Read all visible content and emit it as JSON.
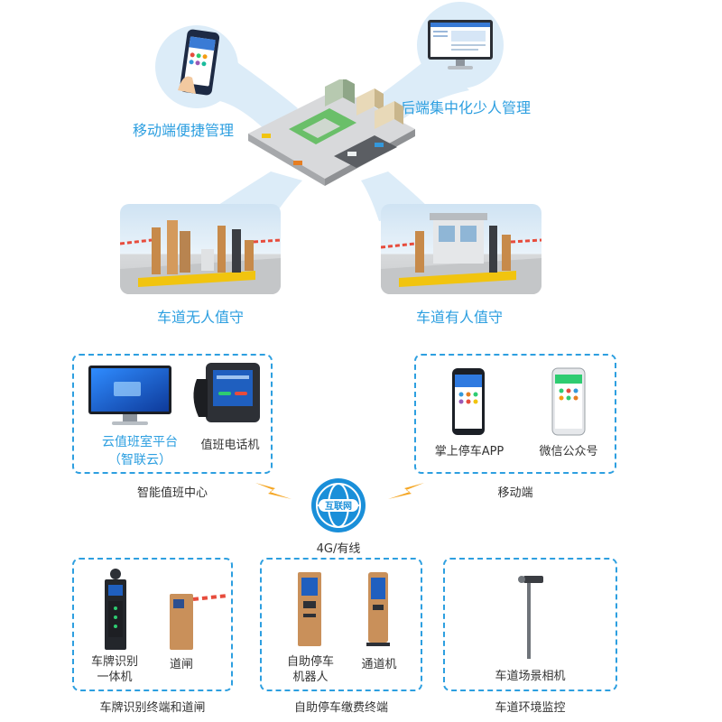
{
  "top": {
    "mobile_label": "移动端便捷管理",
    "backend_label": "后端集中化少人管理",
    "lane_unattended": "车道无人值守",
    "lane_attended": "车道有人值守"
  },
  "center": {
    "internet_label": "互联网",
    "network_label": "4G/有线"
  },
  "duty_center": {
    "title": "智能值班中心",
    "cloud_platform": "云值班室平台\n（智联云）",
    "duty_phone": "值班电话机"
  },
  "mobile": {
    "title": "移动端",
    "app": "掌上停车APP",
    "wechat": "微信公众号"
  },
  "plate": {
    "title": "车牌识别终端和道闸",
    "camera": "车牌识别\n一体机",
    "barrier": "道闸"
  },
  "kiosk": {
    "title": "自助停车缴费终端",
    "robot": "自助停车\n机器人",
    "lane_machine": "通道机"
  },
  "env": {
    "title": "车道环境监控",
    "camera": "车道场景相机"
  },
  "colors": {
    "accent": "#2d9fe0",
    "bubble": "#dcecf8",
    "lightning": "#f5a623"
  }
}
